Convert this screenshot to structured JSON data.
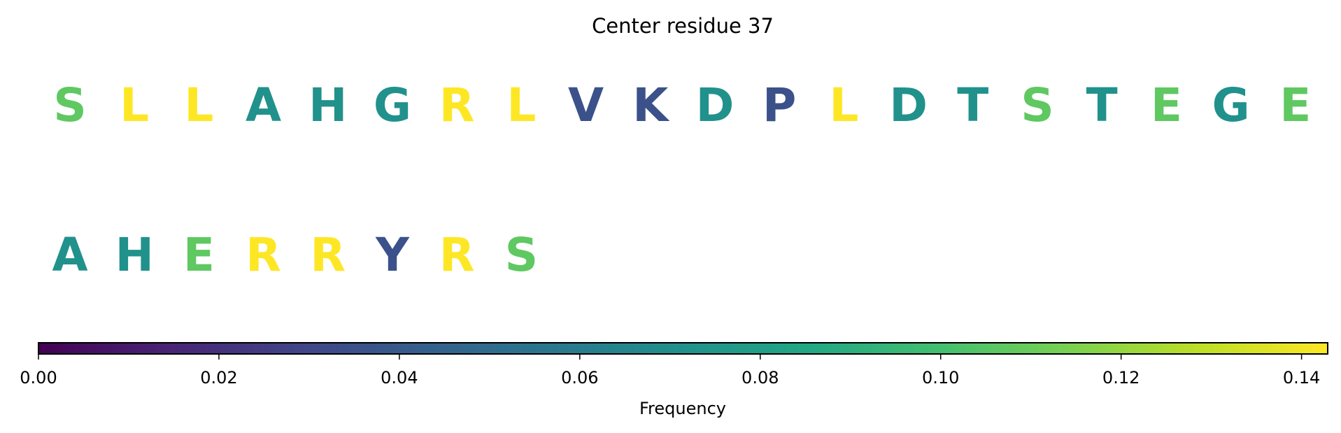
{
  "chart_data": {
    "type": "heatmap",
    "title": "Center residue 37",
    "letters_per_row": 20,
    "residues": [
      {
        "letter": "S",
        "freq": 0.1071
      },
      {
        "letter": "L",
        "freq": 0.1429
      },
      {
        "letter": "L",
        "freq": 0.1429
      },
      {
        "letter": "A",
        "freq": 0.0714
      },
      {
        "letter": "H",
        "freq": 0.0714
      },
      {
        "letter": "G",
        "freq": 0.0714
      },
      {
        "letter": "R",
        "freq": 0.1429
      },
      {
        "letter": "L",
        "freq": 0.1429
      },
      {
        "letter": "V",
        "freq": 0.0357
      },
      {
        "letter": "K",
        "freq": 0.0357
      },
      {
        "letter": "D",
        "freq": 0.0714
      },
      {
        "letter": "P",
        "freq": 0.0357
      },
      {
        "letter": "L",
        "freq": 0.1429
      },
      {
        "letter": "D",
        "freq": 0.0714
      },
      {
        "letter": "T",
        "freq": 0.0714
      },
      {
        "letter": "S",
        "freq": 0.1071
      },
      {
        "letter": "T",
        "freq": 0.0714
      },
      {
        "letter": "E",
        "freq": 0.1071
      },
      {
        "letter": "G",
        "freq": 0.0714
      },
      {
        "letter": "E",
        "freq": 0.1071
      },
      {
        "letter": "A",
        "freq": 0.0714
      },
      {
        "letter": "H",
        "freq": 0.0714
      },
      {
        "letter": "E",
        "freq": 0.1071
      },
      {
        "letter": "R",
        "freq": 0.1429
      },
      {
        "letter": "R",
        "freq": 0.1429
      },
      {
        "letter": "Y",
        "freq": 0.0357
      },
      {
        "letter": "R",
        "freq": 0.1429
      },
      {
        "letter": "S",
        "freq": 0.1071
      }
    ],
    "colorbar": {
      "label": "Frequency",
      "colormap": "viridis",
      "range": [
        0,
        0.1429
      ],
      "ticks": [
        0,
        0.02,
        0.04,
        0.06,
        0.08,
        0.1,
        0.12,
        0.14
      ],
      "tick_labels": [
        "0.00",
        "0.02",
        "0.04",
        "0.06",
        "0.08",
        "0.10",
        "0.12",
        "0.14"
      ]
    }
  }
}
